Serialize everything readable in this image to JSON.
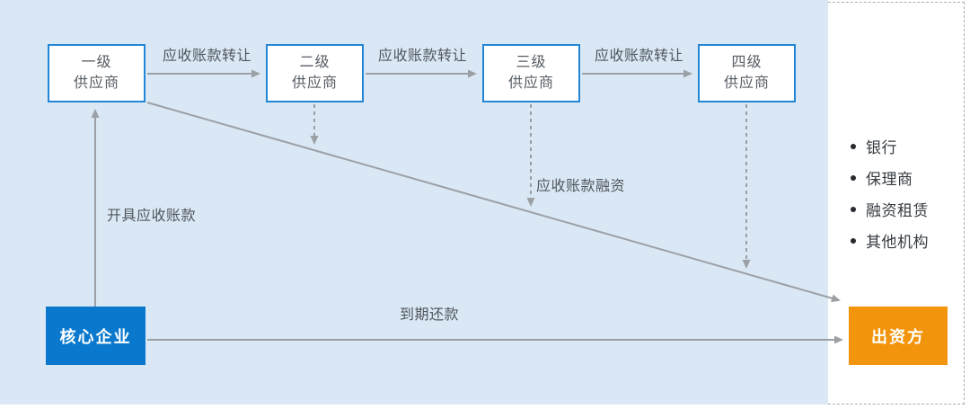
{
  "diagram": {
    "suppliers": [
      {
        "line1": "一级",
        "line2": "供应商"
      },
      {
        "line1": "二级",
        "line2": "供应商"
      },
      {
        "line1": "三级",
        "line2": "供应商"
      },
      {
        "line1": "四级",
        "line2": "供应商"
      }
    ],
    "transfer_labels": [
      "应收账款转让",
      "应收账款转让",
      "应收账款转让"
    ],
    "core_enterprise": "核心企业",
    "funder": "出资方",
    "flow_labels": {
      "issue_receivable": "开具应收账款",
      "receivable_financing": "应收账款融资",
      "repay_at_maturity": "到期还款"
    },
    "funding_institutions": [
      "银行",
      "保理商",
      "融资租赁",
      "其他机构"
    ],
    "colors": {
      "background_blue": "#dae8f5",
      "supplier_border_blue": "#2186d6",
      "core_enterprise_blue": "#0a79cd",
      "funder_orange": "#f2950d",
      "arrow_gray": "#9ba0a5",
      "dashed_panel_border": "#a9adb2"
    }
  }
}
